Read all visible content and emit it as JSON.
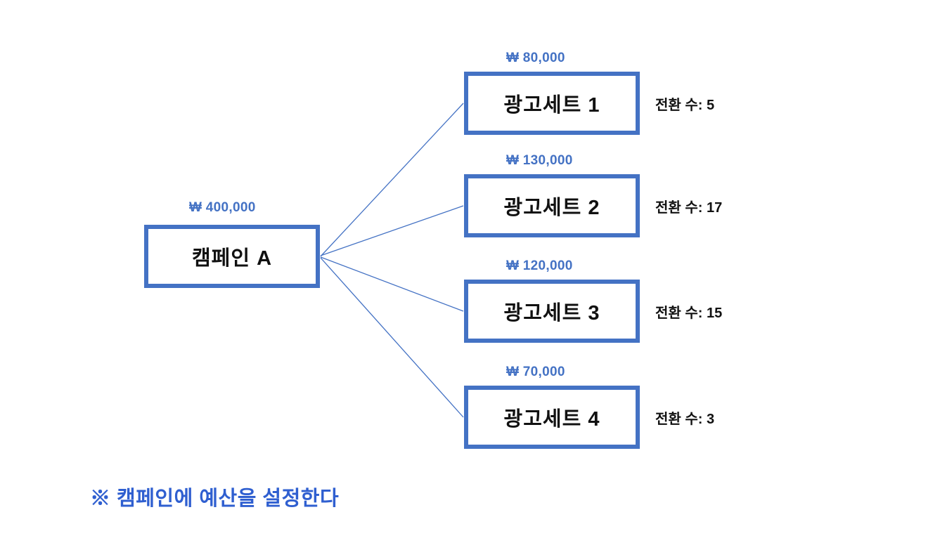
{
  "campaign": {
    "budget": "₩ 400,000",
    "label": "캠페인 A"
  },
  "adsets": [
    {
      "budget": "₩ 80,000",
      "label": "광고세트 1",
      "conversions": "전환 수: 5"
    },
    {
      "budget": "₩ 130,000",
      "label": "광고세트 2",
      "conversions": "전환 수: 17"
    },
    {
      "budget": "₩ 120,000",
      "label": "광고세트 3",
      "conversions": "전환 수: 15"
    },
    {
      "budget": "₩ 70,000",
      "label": "광고세트 4",
      "conversions": "전환 수: 3"
    }
  ],
  "note": "※ 캠페인에 예산을 설정한다",
  "colors": {
    "accent": "#4472C4",
    "note-color": "#2F5FD0",
    "text": "#111111"
  }
}
